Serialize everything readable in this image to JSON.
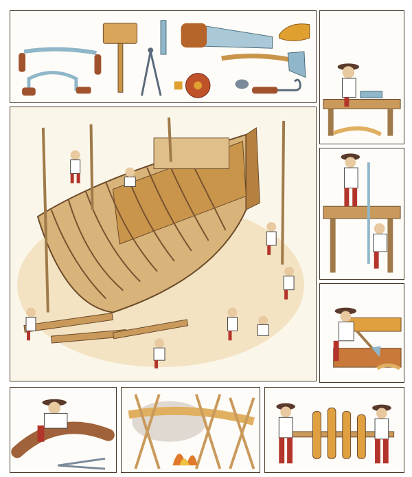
{
  "panels": [
    {
      "id": "tools",
      "subject": "tools"
    },
    {
      "id": "hull",
      "subject": "ship-hull-under-construction"
    },
    {
      "id": "plane",
      "subject": "worker-planing-plank"
    },
    {
      "id": "pit",
      "subject": "pit-sawing"
    },
    {
      "id": "axe",
      "subject": "hewing-with-axe"
    },
    {
      "id": "log",
      "subject": "worker-on-curved-log"
    },
    {
      "id": "bend",
      "subject": "bending-timber-over-fire"
    },
    {
      "id": "frame",
      "subject": "carrying-keel-frame"
    }
  ],
  "colors": {
    "wood": "#c99a5b",
    "wood_dark": "#8a5a2b",
    "paper": "#fbf6ea",
    "ink": "#4a3a2a",
    "red": "#b3342a",
    "shirt": "#ffffff",
    "metal": "#8fb6c9",
    "fire": "#e07a2a"
  }
}
